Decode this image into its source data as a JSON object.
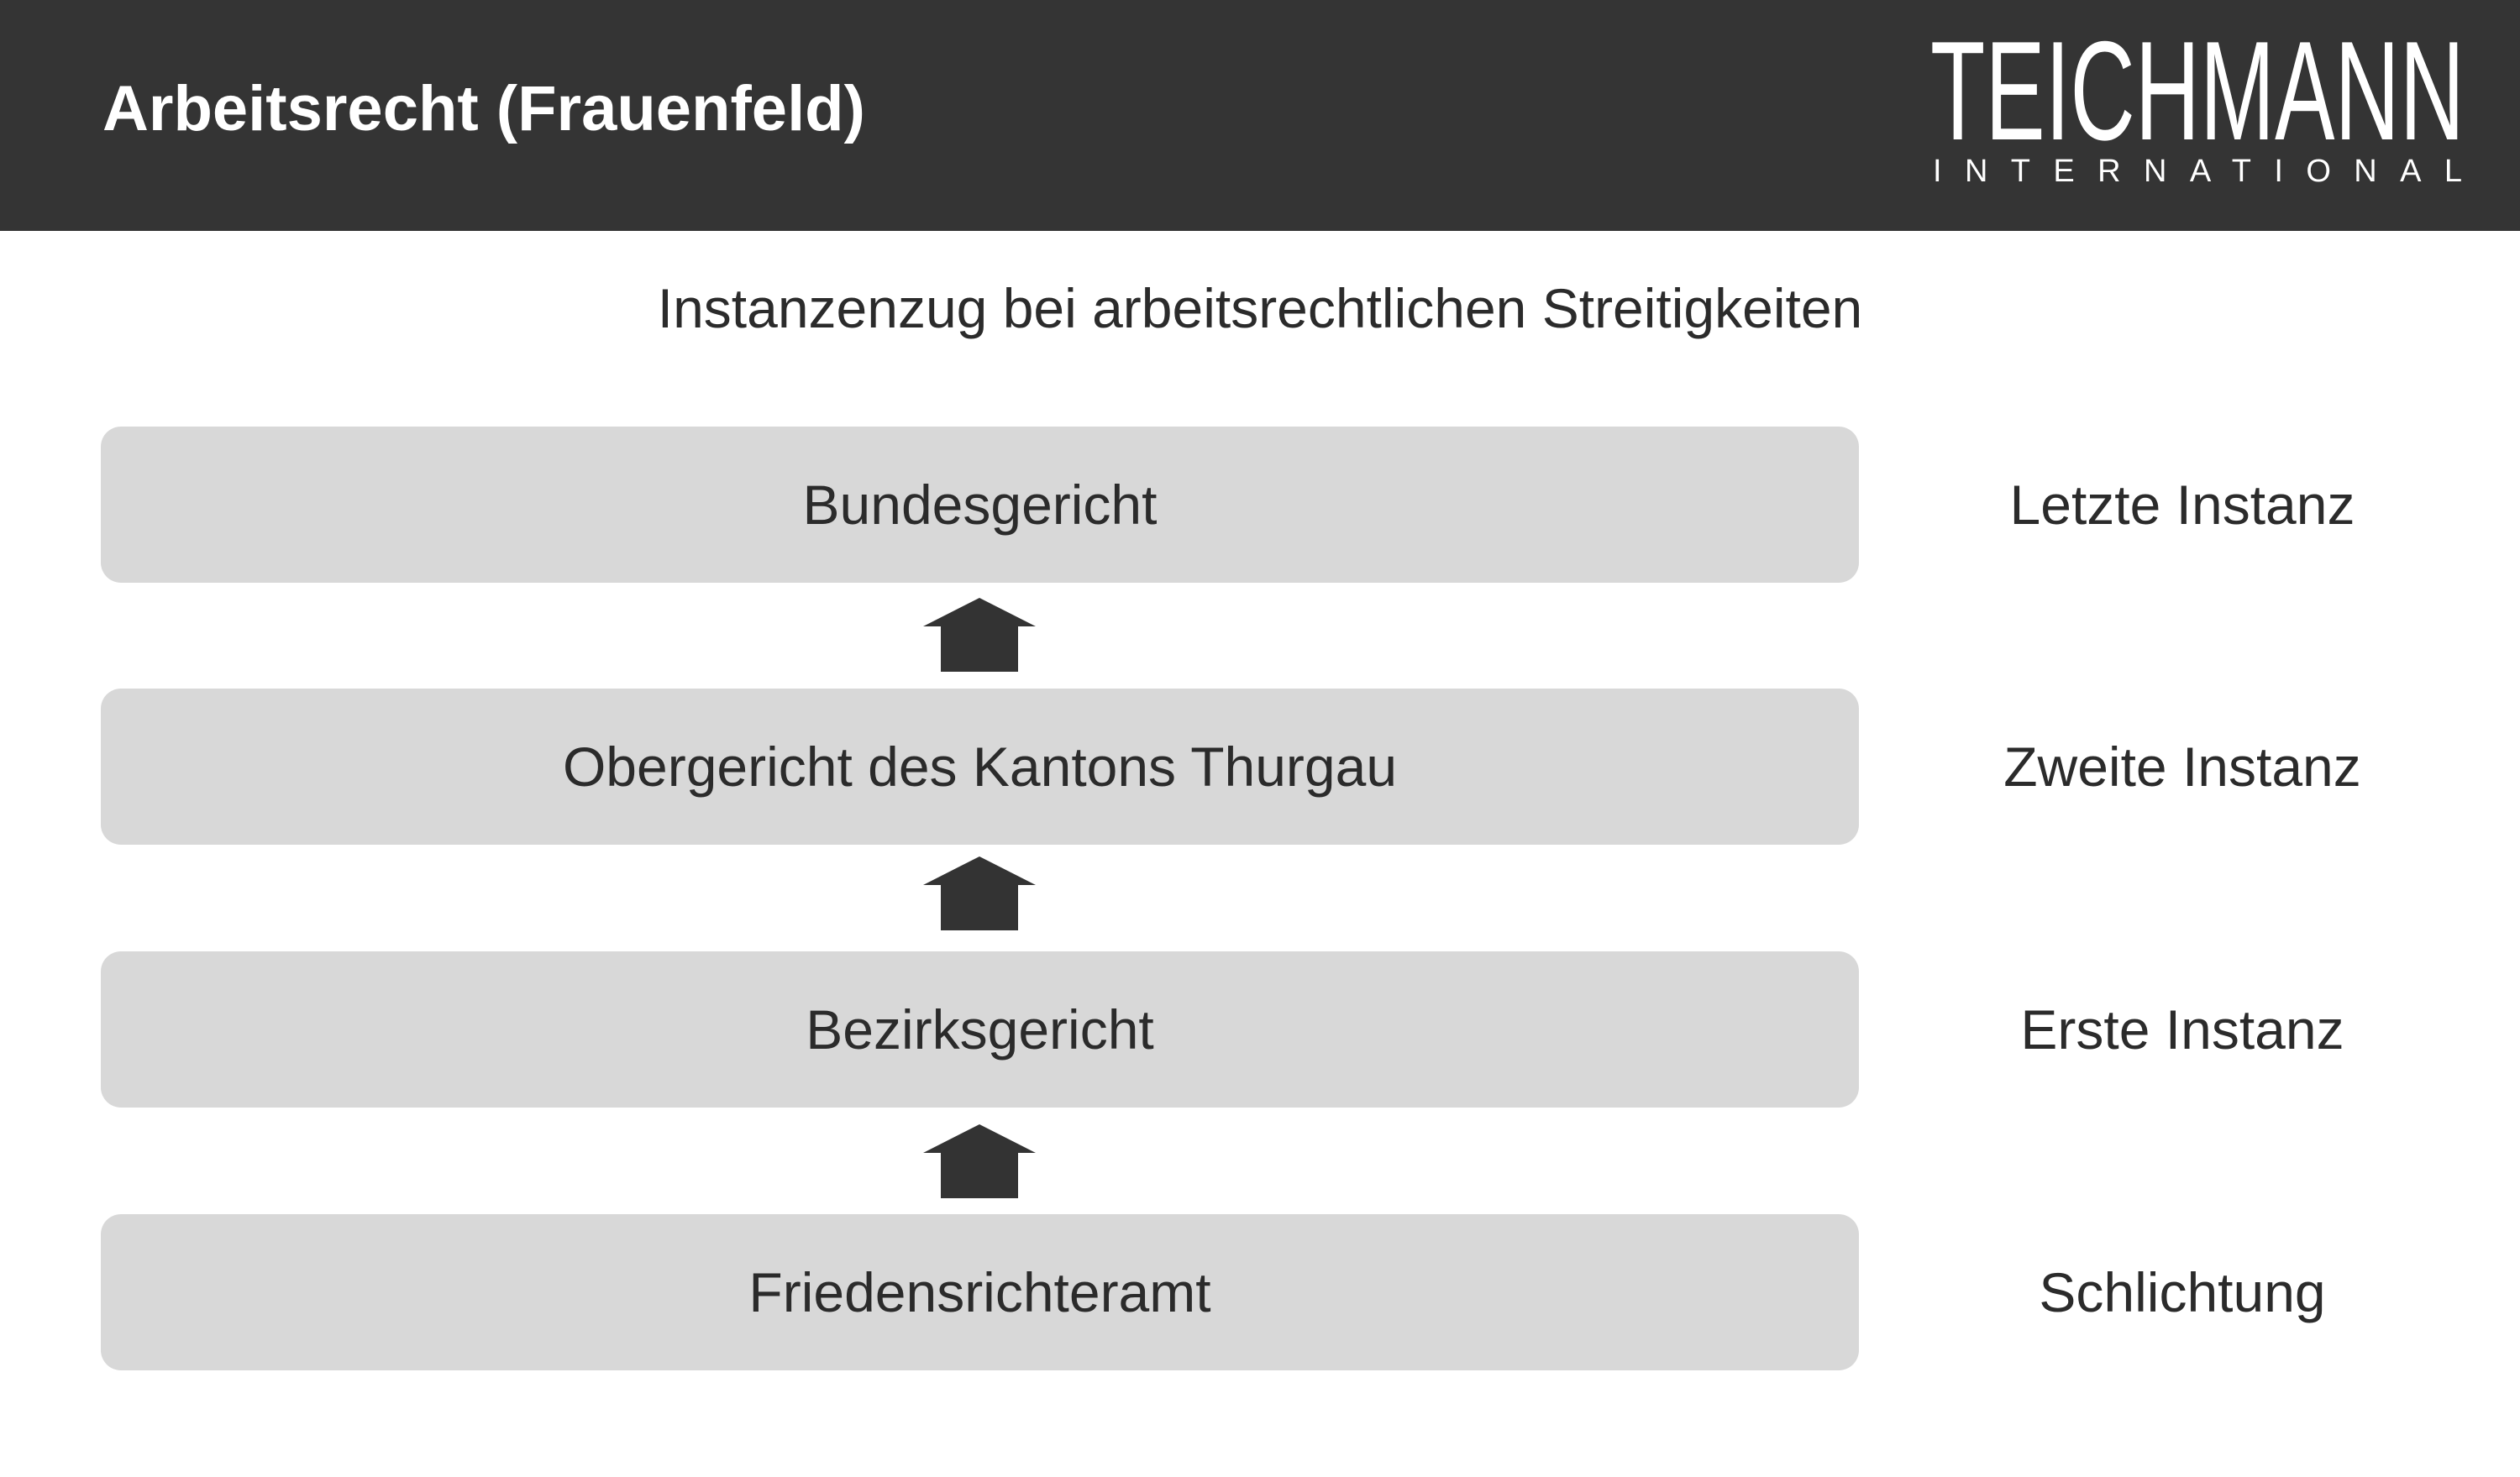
{
  "header": {
    "title": "Arbeitsrecht (Frauenfeld)",
    "logo_name": "TEICHMANN",
    "logo_tagline": "INTERNATIONAL",
    "background_color": "#343434"
  },
  "diagram": {
    "title": "Instanzenzug bei arbeitsrechtlichen Streitigkeiten",
    "levels": [
      {
        "court": "Bundesgericht",
        "instance": "Letzte Instanz"
      },
      {
        "court": "Obergericht des Kantons Thurgau",
        "instance": "Zweite Instanz"
      },
      {
        "court": "Bezirksgericht",
        "instance": "Erste Instanz"
      },
      {
        "court": "Friedensrichteramt",
        "instance": "Schlichtung"
      }
    ],
    "arrow_icon": "up-arrow-icon",
    "box_color": "#d8d8d8",
    "arrow_color": "#333333"
  }
}
